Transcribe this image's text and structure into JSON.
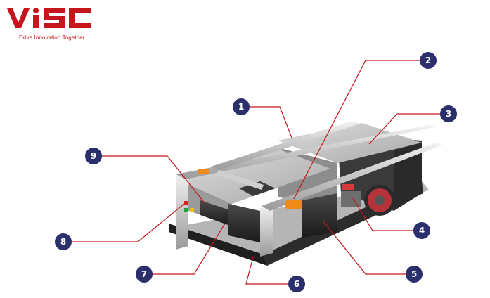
{
  "brand": {
    "logo_text": "ViSC",
    "tagline": "Drive Innovation Together",
    "color": "#c4161c"
  },
  "diagram": {
    "marker_color": "#2b2f6b",
    "leader_color": "#c4161c",
    "callouts": [
      {
        "label": "1"
      },
      {
        "label": "2"
      },
      {
        "label": "3"
      },
      {
        "label": "4"
      },
      {
        "label": "5"
      },
      {
        "label": "6"
      },
      {
        "label": "7"
      },
      {
        "label": "8"
      },
      {
        "label": "9"
      }
    ]
  }
}
